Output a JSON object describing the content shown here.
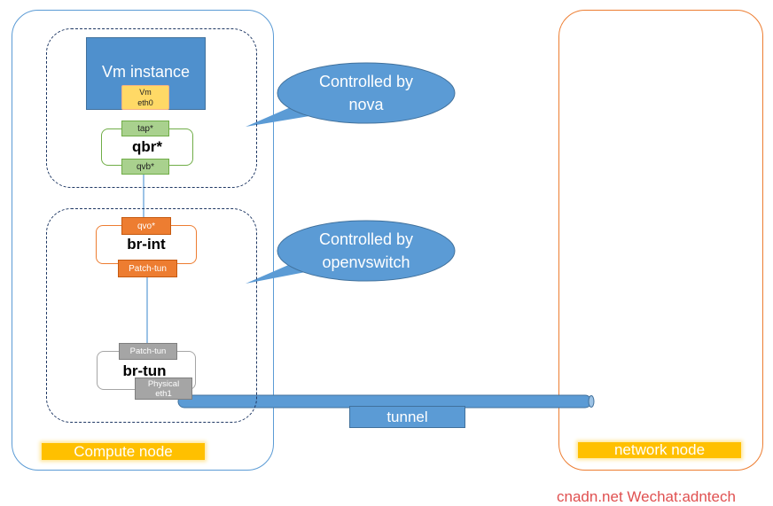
{
  "compute_node": {
    "label": "Compute node"
  },
  "network_node": {
    "label": "network node"
  },
  "vm": {
    "title": "Vm instance",
    "eth0_line1": "Vm",
    "eth0_line2": "eth0"
  },
  "qbr": {
    "label": "qbr*",
    "tap": "tap*",
    "qvb": "qvb*"
  },
  "br_int": {
    "label": "br-int",
    "qvo": "qvo*",
    "patch": "Patch-tun"
  },
  "br_tun": {
    "label": "br-tun",
    "patch": "Patch-tun",
    "physical_line1": "Physical",
    "physical_line2": "eth1"
  },
  "callouts": {
    "nova_line1": "Controlled by",
    "nova_line2": "nova",
    "ovs_line1": "Controlled by",
    "ovs_line2": "openvswitch"
  },
  "tunnel": {
    "label": "tunnel"
  },
  "watermark": "cnadn.net Wechat:adntech",
  "colors": {
    "compute_border": "#5b9bd5",
    "network_border": "#ed7d31",
    "vm_fill": "#4f90cd",
    "callout_fill": "#5b9bd5",
    "node_label_fill": "#ffc000"
  }
}
